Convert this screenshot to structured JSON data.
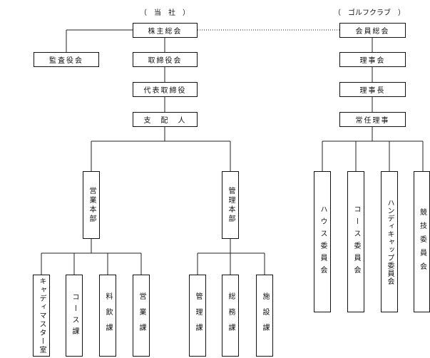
{
  "headers": {
    "company": "（　当　社　）",
    "club": "（　ゴルフクラブ　）"
  },
  "company": {
    "shareholders_meeting": "株主総会",
    "auditors": "監査役会",
    "board": "取締役会",
    "representative_director": "代表取締役",
    "manager": "支　配　人",
    "sales_hq": "営業本部",
    "admin_hq": "管理本部",
    "sales_depts": [
      "キャディマスター室",
      "コース課",
      "料飲課",
      "営業課"
    ],
    "admin_depts": [
      "管理課",
      "総務課",
      "施設課"
    ]
  },
  "club": {
    "members_meeting": "会員総会",
    "board": "理事会",
    "chairman": "理事長",
    "standing_directors": "常任理事",
    "committees": [
      "ハウス委員会",
      "コース委員会",
      "ハンディキャップ委員会",
      "競技委員会"
    ]
  }
}
